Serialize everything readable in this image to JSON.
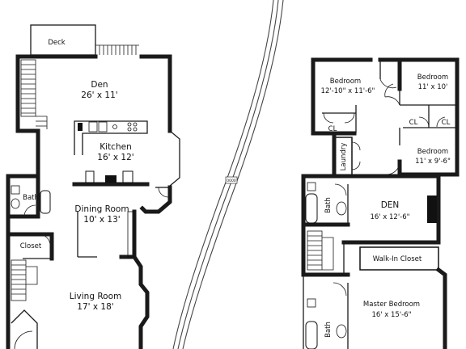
{
  "plan": {
    "left": {
      "deck": "Deck",
      "den": {
        "name": "Den",
        "size": "26' x 11'"
      },
      "kitchen": {
        "name": "Kitchen",
        "size": "16' x 12'"
      },
      "dining": {
        "name": "Dining Room",
        "size": "10' x 13'"
      },
      "living": {
        "name": "Living Room",
        "size": "17' x 18'"
      },
      "bath": "Bath",
      "closet": "Closet"
    },
    "right": {
      "bedroom1": {
        "name": "Bedroom",
        "size": "12'-10\" x 11'-6\""
      },
      "bedroom2": {
        "name": "Bedroom",
        "size": "11' x 10'"
      },
      "bedroom3": {
        "name": "Bedroom",
        "size": "11' x 9'-6\""
      },
      "cl1": "CL",
      "cl2": "CL",
      "cl3": "CL",
      "laundry": "Laundry",
      "bath1": "Bath",
      "bath2": "Bath",
      "den": {
        "name": "DEN",
        "size": "16' x 12'-6\""
      },
      "walkin": "Walk-In Closet",
      "master": {
        "name": "Master Bedroom",
        "size": "16' x 15'-6\""
      }
    },
    "road_marker": "0000"
  }
}
